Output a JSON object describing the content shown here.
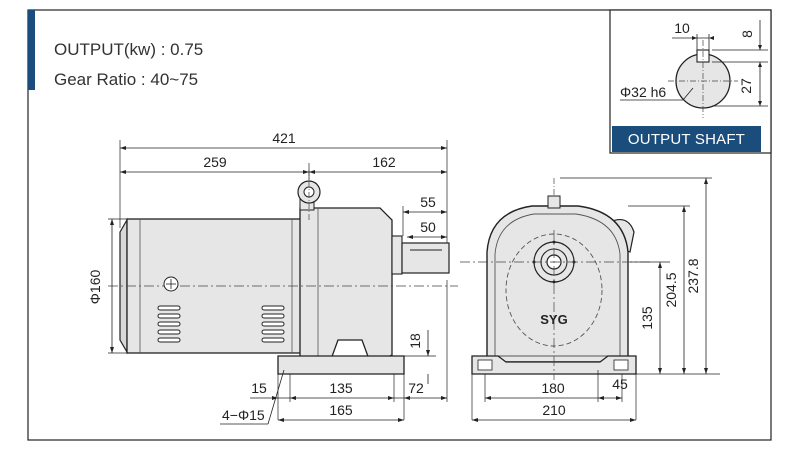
{
  "specs": {
    "output": "OUTPUT(kw) : 0.75",
    "ratio": "Gear Ratio : 40~75"
  },
  "output_shaft": {
    "label": "OUTPUT SHAFT",
    "key_width": "10",
    "key_depth": "8",
    "shaft_height": "27",
    "shaft_diameter": "Φ32 h6"
  },
  "side_view": {
    "overall_length": "421",
    "motor_length": "259",
    "gear_length": "162",
    "shaft_length": "55",
    "key_length": "50",
    "motor_diameter": "Φ160",
    "foot_height": "18",
    "foot_offset": "15",
    "foot_spacing": "135",
    "foot_length": "165",
    "foot_extension": "72",
    "mount_holes": "4−Φ15"
  },
  "front_view": {
    "brand": "SYG",
    "foot_spacing": "180",
    "foot_width": "210",
    "foot_edge": "45",
    "shaft_center_height": "135",
    "housing_height": "204.5",
    "overall_height": "237.8"
  },
  "colors": {
    "accent": "#1a4d7c",
    "body_fill": "#e6e6e6",
    "line": "#222222"
  }
}
